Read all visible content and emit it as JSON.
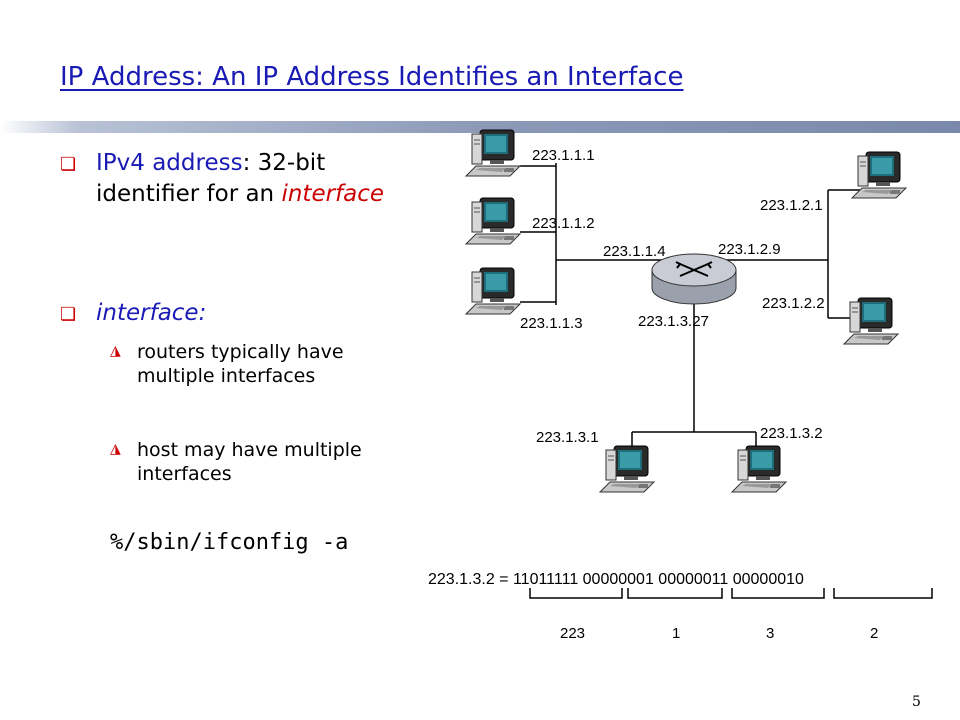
{
  "slide": {
    "title": "IP Address: An IP Address Identifies an Interface",
    "page_number": "5",
    "bullets": [
      {
        "label_a": "IPv4 address",
        "label_b": ": 32-bit identifier for an ",
        "label_c": "interface"
      },
      {
        "label": "interface:"
      }
    ],
    "sub_bullets": [
      "routers typically have multiple interfaces",
      "host may have multiple interfaces"
    ],
    "command": "%/sbin/ifconfig -a"
  },
  "diagram": {
    "host_ips": [
      "223.1.1.1",
      "223.1.1.2",
      "223.1.1.3",
      "223.1.2.1",
      "223.1.2.2",
      "223.1.3.1",
      "223.1.3.2"
    ],
    "router_interface_ips": [
      "223.1.1.4",
      "223.1.2.9",
      "223.1.3.27"
    ],
    "binary_equation": "223.1.3.2 = 11011111 00000001 00000011 00000010",
    "octets_decimal": [
      "223",
      "1",
      "3",
      "2"
    ]
  },
  "colors": {
    "title": "#1a1ab5",
    "bullet_marker": "#cc0000",
    "italic_accent": "#cc0000"
  }
}
